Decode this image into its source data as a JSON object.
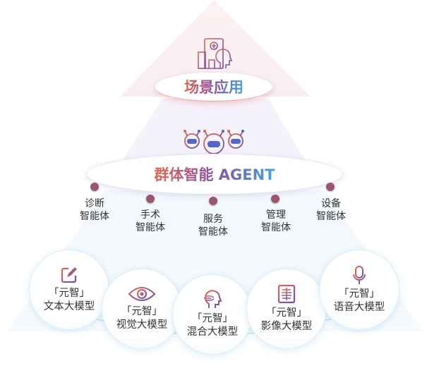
{
  "scene": {
    "label": "场景应用"
  },
  "agent": {
    "label": "群体智能 AGENT",
    "items": [
      {
        "line1": "诊断",
        "line2": "智能体"
      },
      {
        "line1": "手术",
        "line2": "智能体"
      },
      {
        "line1": "服务",
        "line2": "智能体"
      },
      {
        "line1": "管理",
        "line2": "智能体"
      },
      {
        "line1": "设备",
        "line2": "智能体"
      }
    ]
  },
  "models": [
    {
      "brand": "「元智」",
      "name": "文本大模型",
      "icon": "edit-icon"
    },
    {
      "brand": "「元智」",
      "name": "视觉大模型",
      "icon": "eye-icon"
    },
    {
      "brand": "「元智」",
      "name": "混合大模型",
      "icon": "head-network-icon"
    },
    {
      "brand": "「元智」",
      "name": "影像大模型",
      "icon": "xray-icon"
    },
    {
      "brand": "「元智」",
      "name": "语音大模型",
      "icon": "microphone-icon"
    }
  ],
  "colors": {
    "warm": "#e0674f",
    "purple": "#8a4fa8",
    "blue": "#3fa6e0"
  }
}
